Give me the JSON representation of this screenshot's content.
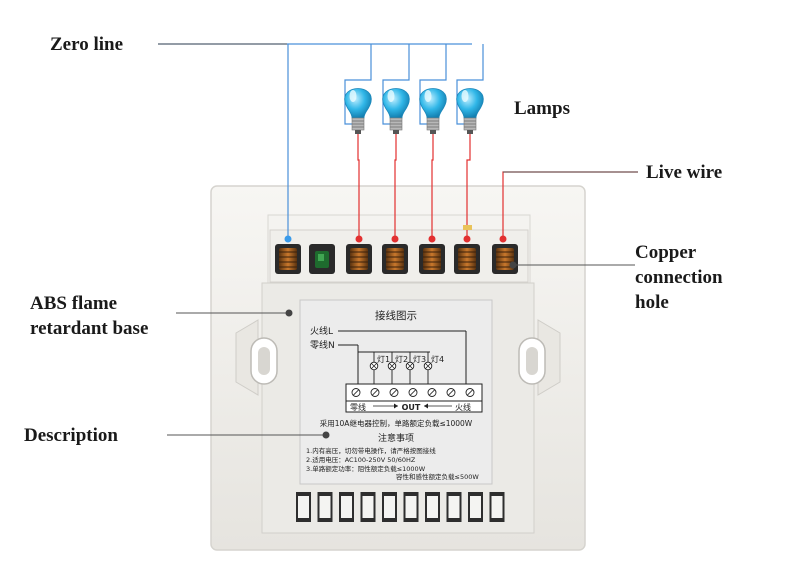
{
  "callouts": {
    "zero_line": "Zero line",
    "lamps": "Lamps",
    "live_wire": "Live wire",
    "copper_line1": "Copper",
    "copper_line2": "connection",
    "copper_line3": "hole",
    "abs_line1": "ABS flame",
    "abs_line2": "retardant base",
    "description": "Description"
  },
  "label_sheet": {
    "title": "接线图示",
    "live_line": "火线L",
    "zero_line": "零线N",
    "lamp_labels": [
      "灯1",
      "灯2",
      "灯3",
      "灯4"
    ],
    "bottom_zero": "零线",
    "bottom_out": "OUT",
    "bottom_live": "火线",
    "relay_note": "采用10A继电器控制，单路额定负载≤1000W",
    "notes_title": "注意事项",
    "notes": [
      "1.内有高压，切勿带电操作，请严格按图接线",
      "2.适用电压：AC100-250V  50/60HZ",
      "3.单路额定功率：阻性额定负载≤1000W",
      "容性和感性额定负载≤500W"
    ]
  },
  "colors": {
    "zero_wire": "#4a90d9",
    "live_wire": "#e23030",
    "lamp_glass": "#31b7e8",
    "plate": "#f2f1ee",
    "label_sheet": "#ececec"
  },
  "icons": [
    "lamp-icon",
    "screw-terminal-icon",
    "indicator-led-icon"
  ]
}
